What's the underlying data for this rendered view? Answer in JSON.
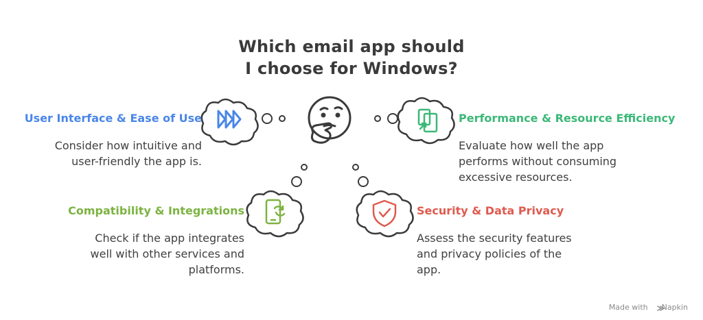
{
  "title": {
    "line1": "Which email app should",
    "line2": "I choose for Windows?"
  },
  "colors": {
    "blue": "#4a86e8",
    "green": "#3cb878",
    "lime": "#7cb342",
    "red": "#e05a4e",
    "outline": "#3a3a3a"
  },
  "items": [
    {
      "heading": "User Interface & Ease of Use",
      "desc": [
        "Consider how intuitive and",
        "user-friendly the app is."
      ],
      "icon": "fast-forward-icon"
    },
    {
      "heading": "Performance & Resource Efficiency",
      "desc": [
        "Evaluate how well the app",
        "performs without consuming",
        "excessive resources."
      ],
      "icon": "resize-device-icon"
    },
    {
      "heading": "Compatibility & Integrations",
      "desc": [
        "Check if the app integrates",
        "well with other services and",
        "platforms."
      ],
      "icon": "sync-phone-icon"
    },
    {
      "heading": "Security & Data Privacy",
      "desc": [
        "Assess the security features",
        "and privacy policies of the",
        "app."
      ],
      "icon": "shield-check-icon"
    }
  ],
  "center_icon": "thinking-face-icon",
  "footer": {
    "text": "Made with",
    "brand": "Napkin"
  }
}
